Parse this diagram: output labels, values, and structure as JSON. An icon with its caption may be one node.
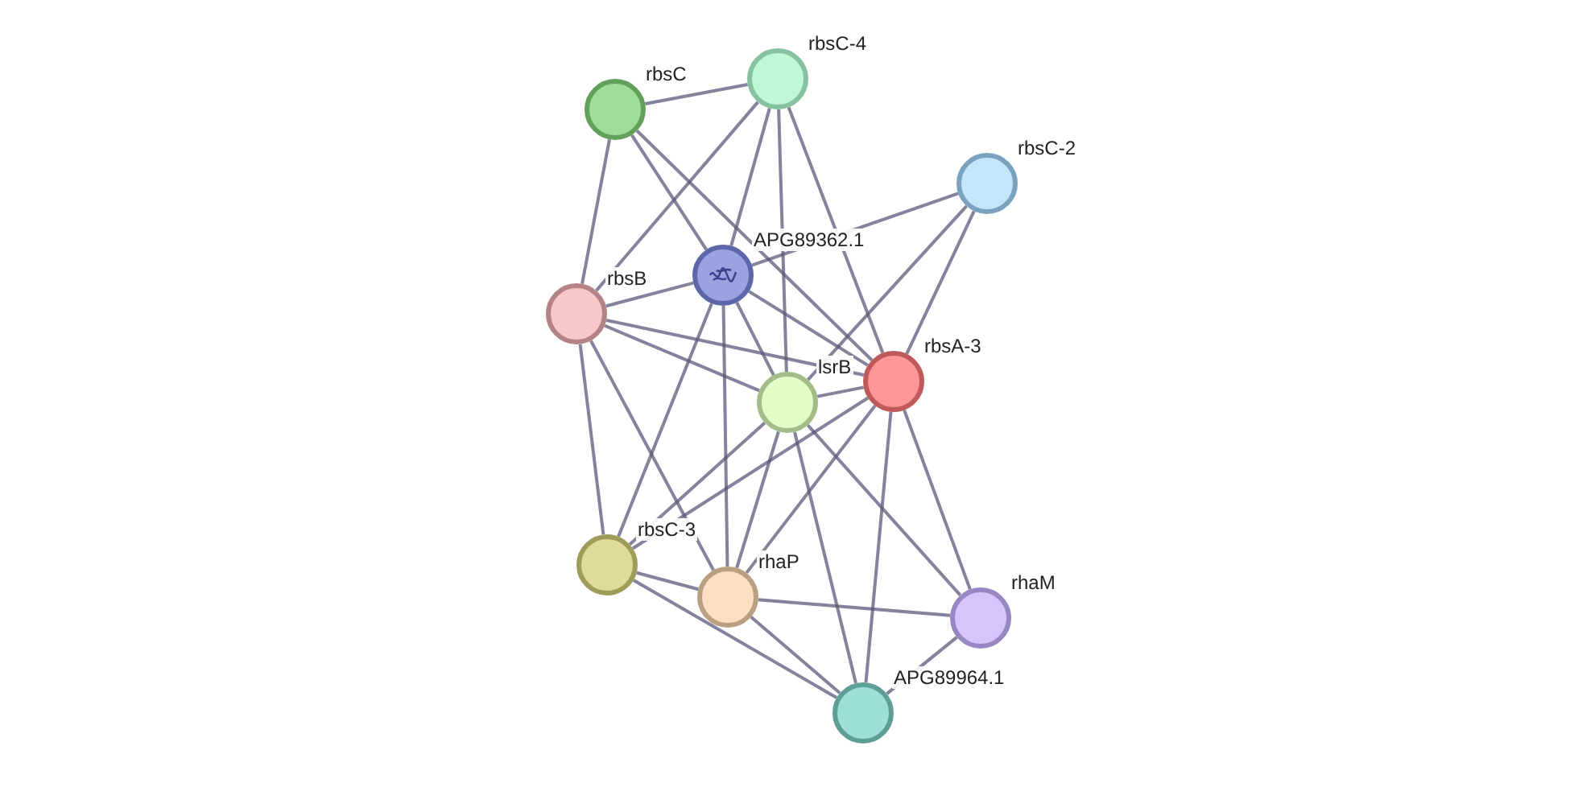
{
  "diagram": {
    "nodes": [
      {
        "text": [
          "rbsC"
        ]
      },
      {
        "text": [
          "rbsC-4"
        ]
      },
      {
        "text": [
          "rbsC-2"
        ]
      },
      {
        "text": [
          "APG89362.1"
        ]
      },
      {
        "text": [
          "rbsB"
        ]
      },
      {
        "text": [
          "rbsA-3"
        ]
      },
      {
        "text": [
          "lsrB"
        ]
      },
      {
        "text": [
          "rbsC-3"
        ]
      },
      {
        "text": [
          "rhaP"
        ]
      },
      {
        "text": [
          "rhaM"
        ]
      },
      {
        "text": [
          "APG89964.1"
        ]
      }
    ],
    "edges": [
      {
        "from": 0,
        "to": 1,
        "arrow": "none"
      },
      {
        "from": 0,
        "to": 4,
        "arrow": "none"
      },
      {
        "from": 0,
        "to": 3,
        "arrow": "none"
      },
      {
        "from": 0,
        "to": 5,
        "arrow": "none"
      },
      {
        "from": 1,
        "to": 4,
        "arrow": "none"
      },
      {
        "from": 1,
        "to": 3,
        "arrow": "none"
      },
      {
        "from": 1,
        "to": 5,
        "arrow": "none"
      },
      {
        "from": 1,
        "to": 6,
        "arrow": "none"
      },
      {
        "from": 2,
        "to": 3,
        "arrow": "none"
      },
      {
        "from": 2,
        "to": 5,
        "arrow": "none"
      },
      {
        "from": 2,
        "to": 6,
        "arrow": "none"
      },
      {
        "from": 3,
        "to": 4,
        "arrow": "none"
      },
      {
        "from": 3,
        "to": 5,
        "arrow": "none"
      },
      {
        "from": 3,
        "to": 6,
        "arrow": "none"
      },
      {
        "from": 3,
        "to": 7,
        "arrow": "none"
      },
      {
        "from": 3,
        "to": 8,
        "arrow": "none"
      },
      {
        "from": 4,
        "to": 5,
        "arrow": "none"
      },
      {
        "from": 4,
        "to": 6,
        "arrow": "none"
      },
      {
        "from": 4,
        "to": 7,
        "arrow": "none"
      },
      {
        "from": 4,
        "to": 8,
        "arrow": "none"
      },
      {
        "from": 5,
        "to": 6,
        "arrow": "none"
      },
      {
        "from": 5,
        "to": 7,
        "arrow": "none"
      },
      {
        "from": 5,
        "to": 8,
        "arrow": "none"
      },
      {
        "from": 5,
        "to": 9,
        "arrow": "none"
      },
      {
        "from": 5,
        "to": 10,
        "arrow": "none"
      },
      {
        "from": 6,
        "to": 7,
        "arrow": "none"
      },
      {
        "from": 6,
        "to": 8,
        "arrow": "none"
      },
      {
        "from": 6,
        "to": 9,
        "arrow": "none"
      },
      {
        "from": 6,
        "to": 10,
        "arrow": "none"
      },
      {
        "from": 7,
        "to": 8,
        "arrow": "none"
      },
      {
        "from": 7,
        "to": 10,
        "arrow": "none"
      },
      {
        "from": 8,
        "to": 9,
        "arrow": "none"
      },
      {
        "from": 8,
        "to": 10,
        "arrow": "none"
      },
      {
        "from": 9,
        "to": 10,
        "arrow": "none"
      }
    ]
  }
}
